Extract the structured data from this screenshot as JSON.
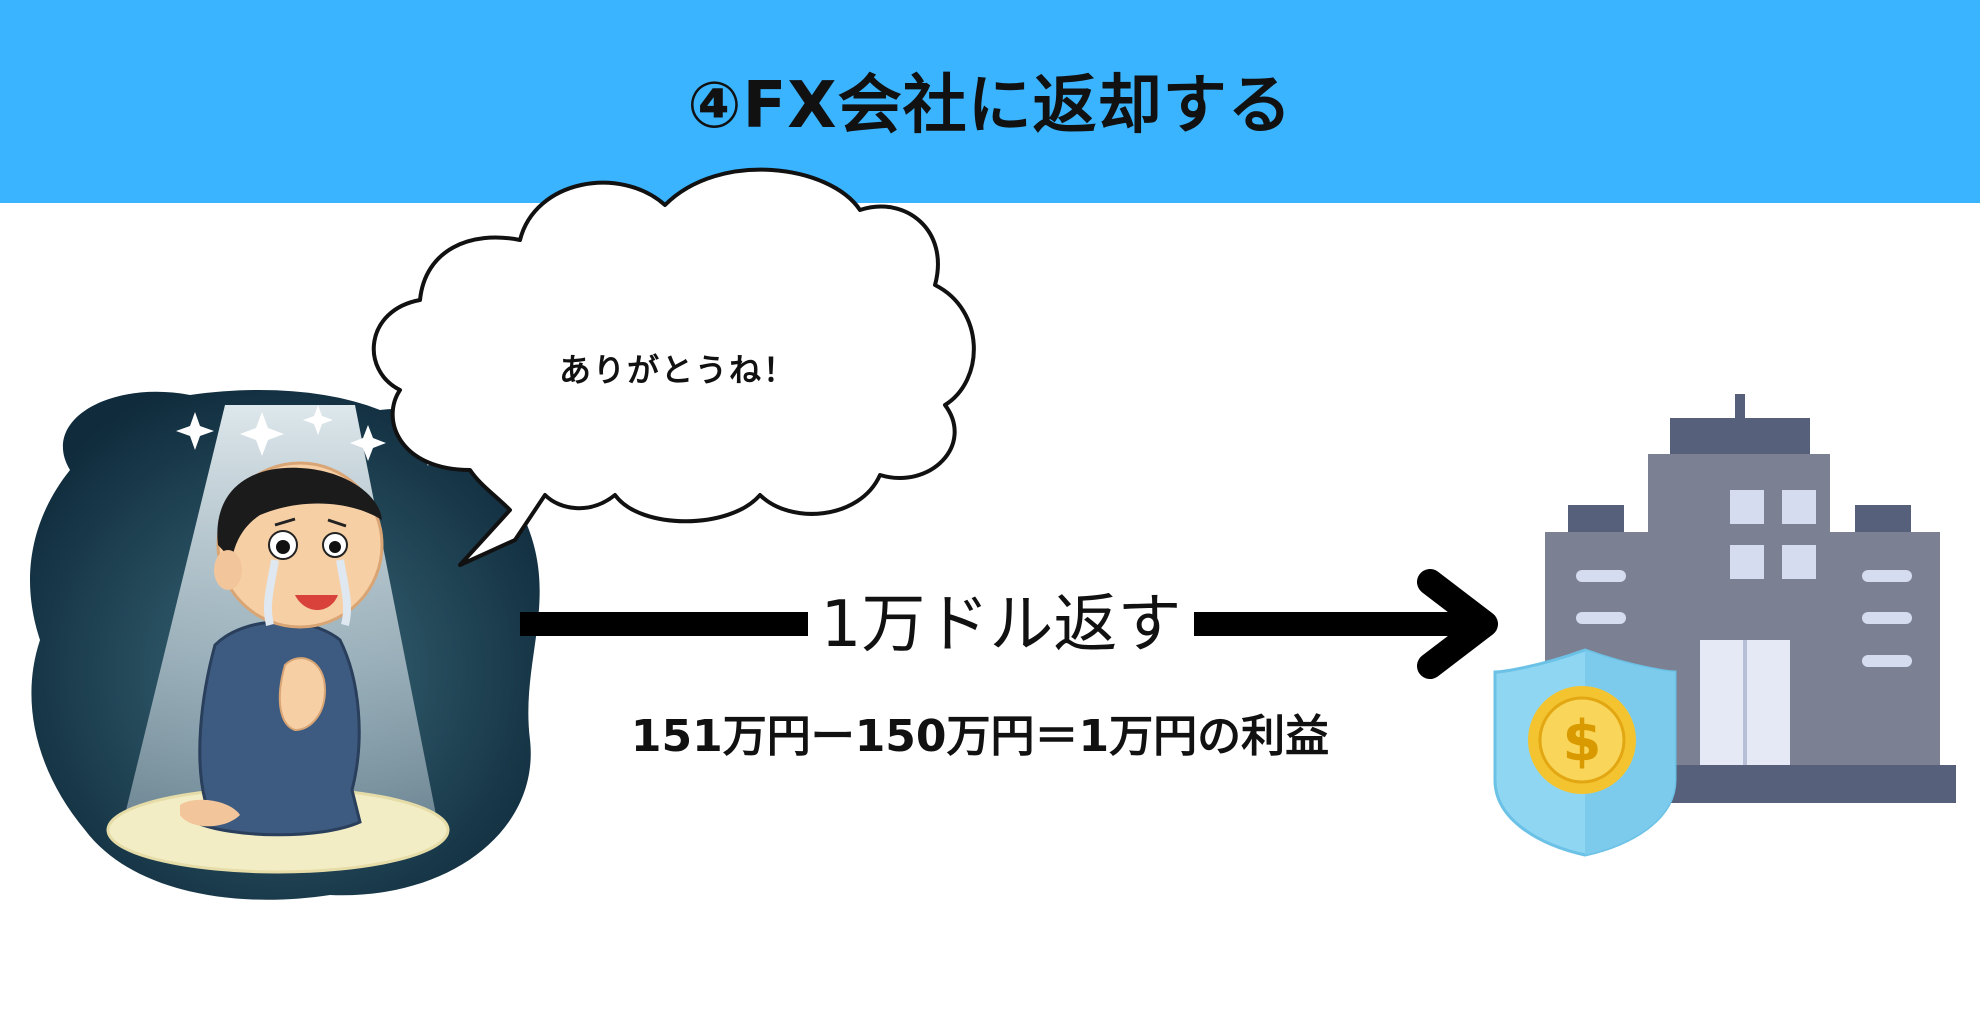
{
  "header": {
    "title": "④FX会社に返却する"
  },
  "speech_bubble": {
    "text": "ありがとうね！"
  },
  "arrow": {
    "label": "1万ドル返す"
  },
  "calculation": {
    "text": "151万円ー150万円＝1万円の利益"
  },
  "colors": {
    "header_bg": "#3ab4ff",
    "arrow": "#000000",
    "building": "#7b8193",
    "shield": "#8fd6f3",
    "coin": "#f4c430"
  },
  "icons": [
    "praying-man-icon",
    "building-icon",
    "shield-icon",
    "dollar-coin-icon",
    "speech-bubble-icon"
  ]
}
